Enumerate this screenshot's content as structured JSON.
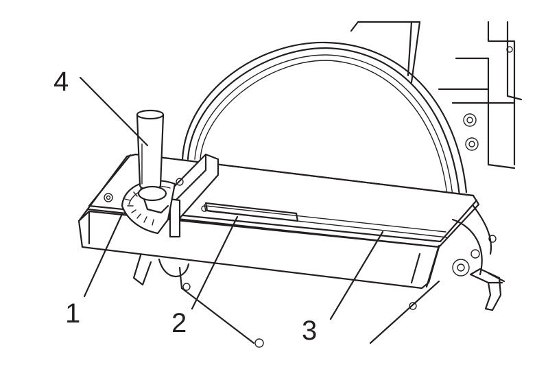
{
  "callouts": [
    {
      "id": "1",
      "label": "1"
    },
    {
      "id": "2",
      "label": "2"
    },
    {
      "id": "3",
      "label": "3"
    },
    {
      "id": "4",
      "label": "4"
    }
  ],
  "colors": {
    "line": "#231f20",
    "background": "#ffffff"
  }
}
